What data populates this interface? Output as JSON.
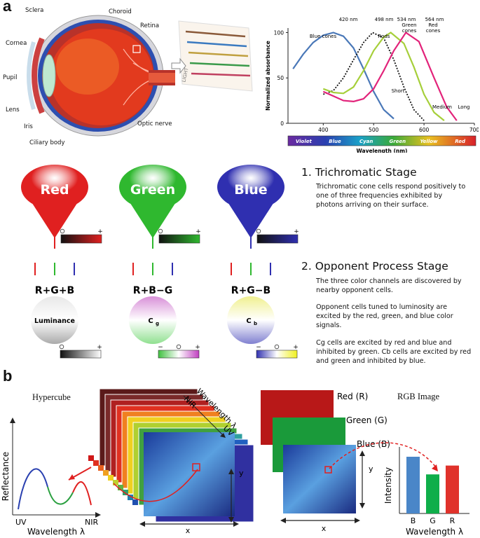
{
  "panel_a": {
    "letter": "a",
    "eye_labels": {
      "sclera": "Sclera",
      "choroid": "Choroid",
      "retina": "Retina",
      "cornea": "Cornea",
      "pupil": "Pupil",
      "lens": "Lens",
      "iris": "Iris",
      "ciliary_body": "Ciliary body",
      "optic_nerve": "Optic nerve",
      "light": "LIGHT"
    },
    "spectrum_labels": [
      "Violet",
      "Blue",
      "Cyan",
      "Green",
      "Yellow",
      "Red"
    ],
    "cone_cards": [
      {
        "name": "Red",
        "color": "#e02020",
        "eq": "R+G+B",
        "circle_label": "Luminance"
      },
      {
        "name": "Green",
        "color": "#2fb82f",
        "eq": "R+B−G",
        "circle_label": "Cg"
      },
      {
        "name": "Blue",
        "color": "#2f2fb0",
        "eq": "R+G−B",
        "circle_label": "Cb"
      }
    ],
    "stage1": {
      "title": "1. Trichromatic Stage",
      "text": "Trichromatic cone cells respond positively to one of three frequencies exhibited by photons arriving on their surface."
    },
    "stage2": {
      "title": "2. Opponent Process Stage",
      "p1": "The three color channels are discovered by nearby opponent cells.",
      "p2": "Opponent cells tuned to luminosity are excited by the red, green, and blue color signals.",
      "p3": "Cg cells are excited by red and blue and inhibited by green. Cb cells are excited by red and green and inhibited by blue."
    },
    "sub_g": "g",
    "sub_b": "b",
    "minus": "−",
    "plus": "+"
  },
  "chart_data": {
    "type": "line",
    "title": "",
    "xlabel": "Wavelength (nm)",
    "ylabel": "Normalized absorbance",
    "xlim": [
      330,
      700
    ],
    "ylim": [
      0,
      105
    ],
    "xticks": [
      400,
      500,
      600,
      700
    ],
    "yticks": [
      0,
      50,
      100
    ],
    "peak_labels": [
      "420 nm",
      "498 nm",
      "534 nm",
      "564 nm"
    ],
    "series": [
      {
        "name": "Blue cones",
        "color": "#4a78b8",
        "dash": false,
        "x": [
          340,
          360,
          380,
          400,
          420,
          440,
          460,
          480,
          500,
          520,
          540
        ],
        "y": [
          60,
          76,
          89,
          97,
          100,
          96,
          83,
          60,
          35,
          15,
          5
        ]
      },
      {
        "name": "Rods",
        "color": "#111111",
        "dash": true,
        "x": [
          400,
          420,
          440,
          460,
          480,
          498,
          520,
          540,
          560,
          580,
          600
        ],
        "y": [
          32,
          36,
          50,
          70,
          89,
          100,
          94,
          70,
          40,
          15,
          3
        ]
      },
      {
        "name": "Green cones",
        "color": "#a6cf3a",
        "dash": false,
        "x": [
          400,
          420,
          440,
          460,
          480,
          500,
          520,
          534,
          560,
          580,
          600,
          620,
          640
        ],
        "y": [
          38,
          34,
          33,
          40,
          58,
          80,
          95,
          100,
          88,
          62,
          32,
          12,
          3
        ]
      },
      {
        "name": "Red cones",
        "color": "#e2237a",
        "dash": false,
        "x": [
          400,
          420,
          440,
          460,
          480,
          500,
          520,
          540,
          564,
          590,
          620,
          645,
          665
        ],
        "y": [
          35,
          30,
          25,
          24,
          27,
          38,
          58,
          80,
          100,
          90,
          50,
          18,
          3
        ]
      }
    ],
    "curve_end_labels": [
      "Short",
      "Medium",
      "Long"
    ]
  },
  "panel_b": {
    "letter": "b",
    "hypercube_label": "Hypercube",
    "rgb_label": "RGB Image",
    "wavelength_axis": "Wavelength λ",
    "nir": "NIR",
    "uv": "UV",
    "x": "x",
    "y": "y",
    "layer_red": "Red (R)",
    "layer_green": "Green (G)",
    "layer_blue": "Blue (B)",
    "reflectance": "Reflectance",
    "plot_uv": "UV",
    "plot_nir": "NIR",
    "plot_xlabel": "Wavelength λ",
    "intensity": "Intensity",
    "bar_labels": [
      "B",
      "G",
      "R"
    ],
    "bar_values": [
      0.9,
      0.62,
      0.76
    ],
    "bar_colors": [
      "#4a86c8",
      "#0fae4a",
      "#e0322b"
    ],
    "bar_xlabel": "Wavelength λ"
  }
}
